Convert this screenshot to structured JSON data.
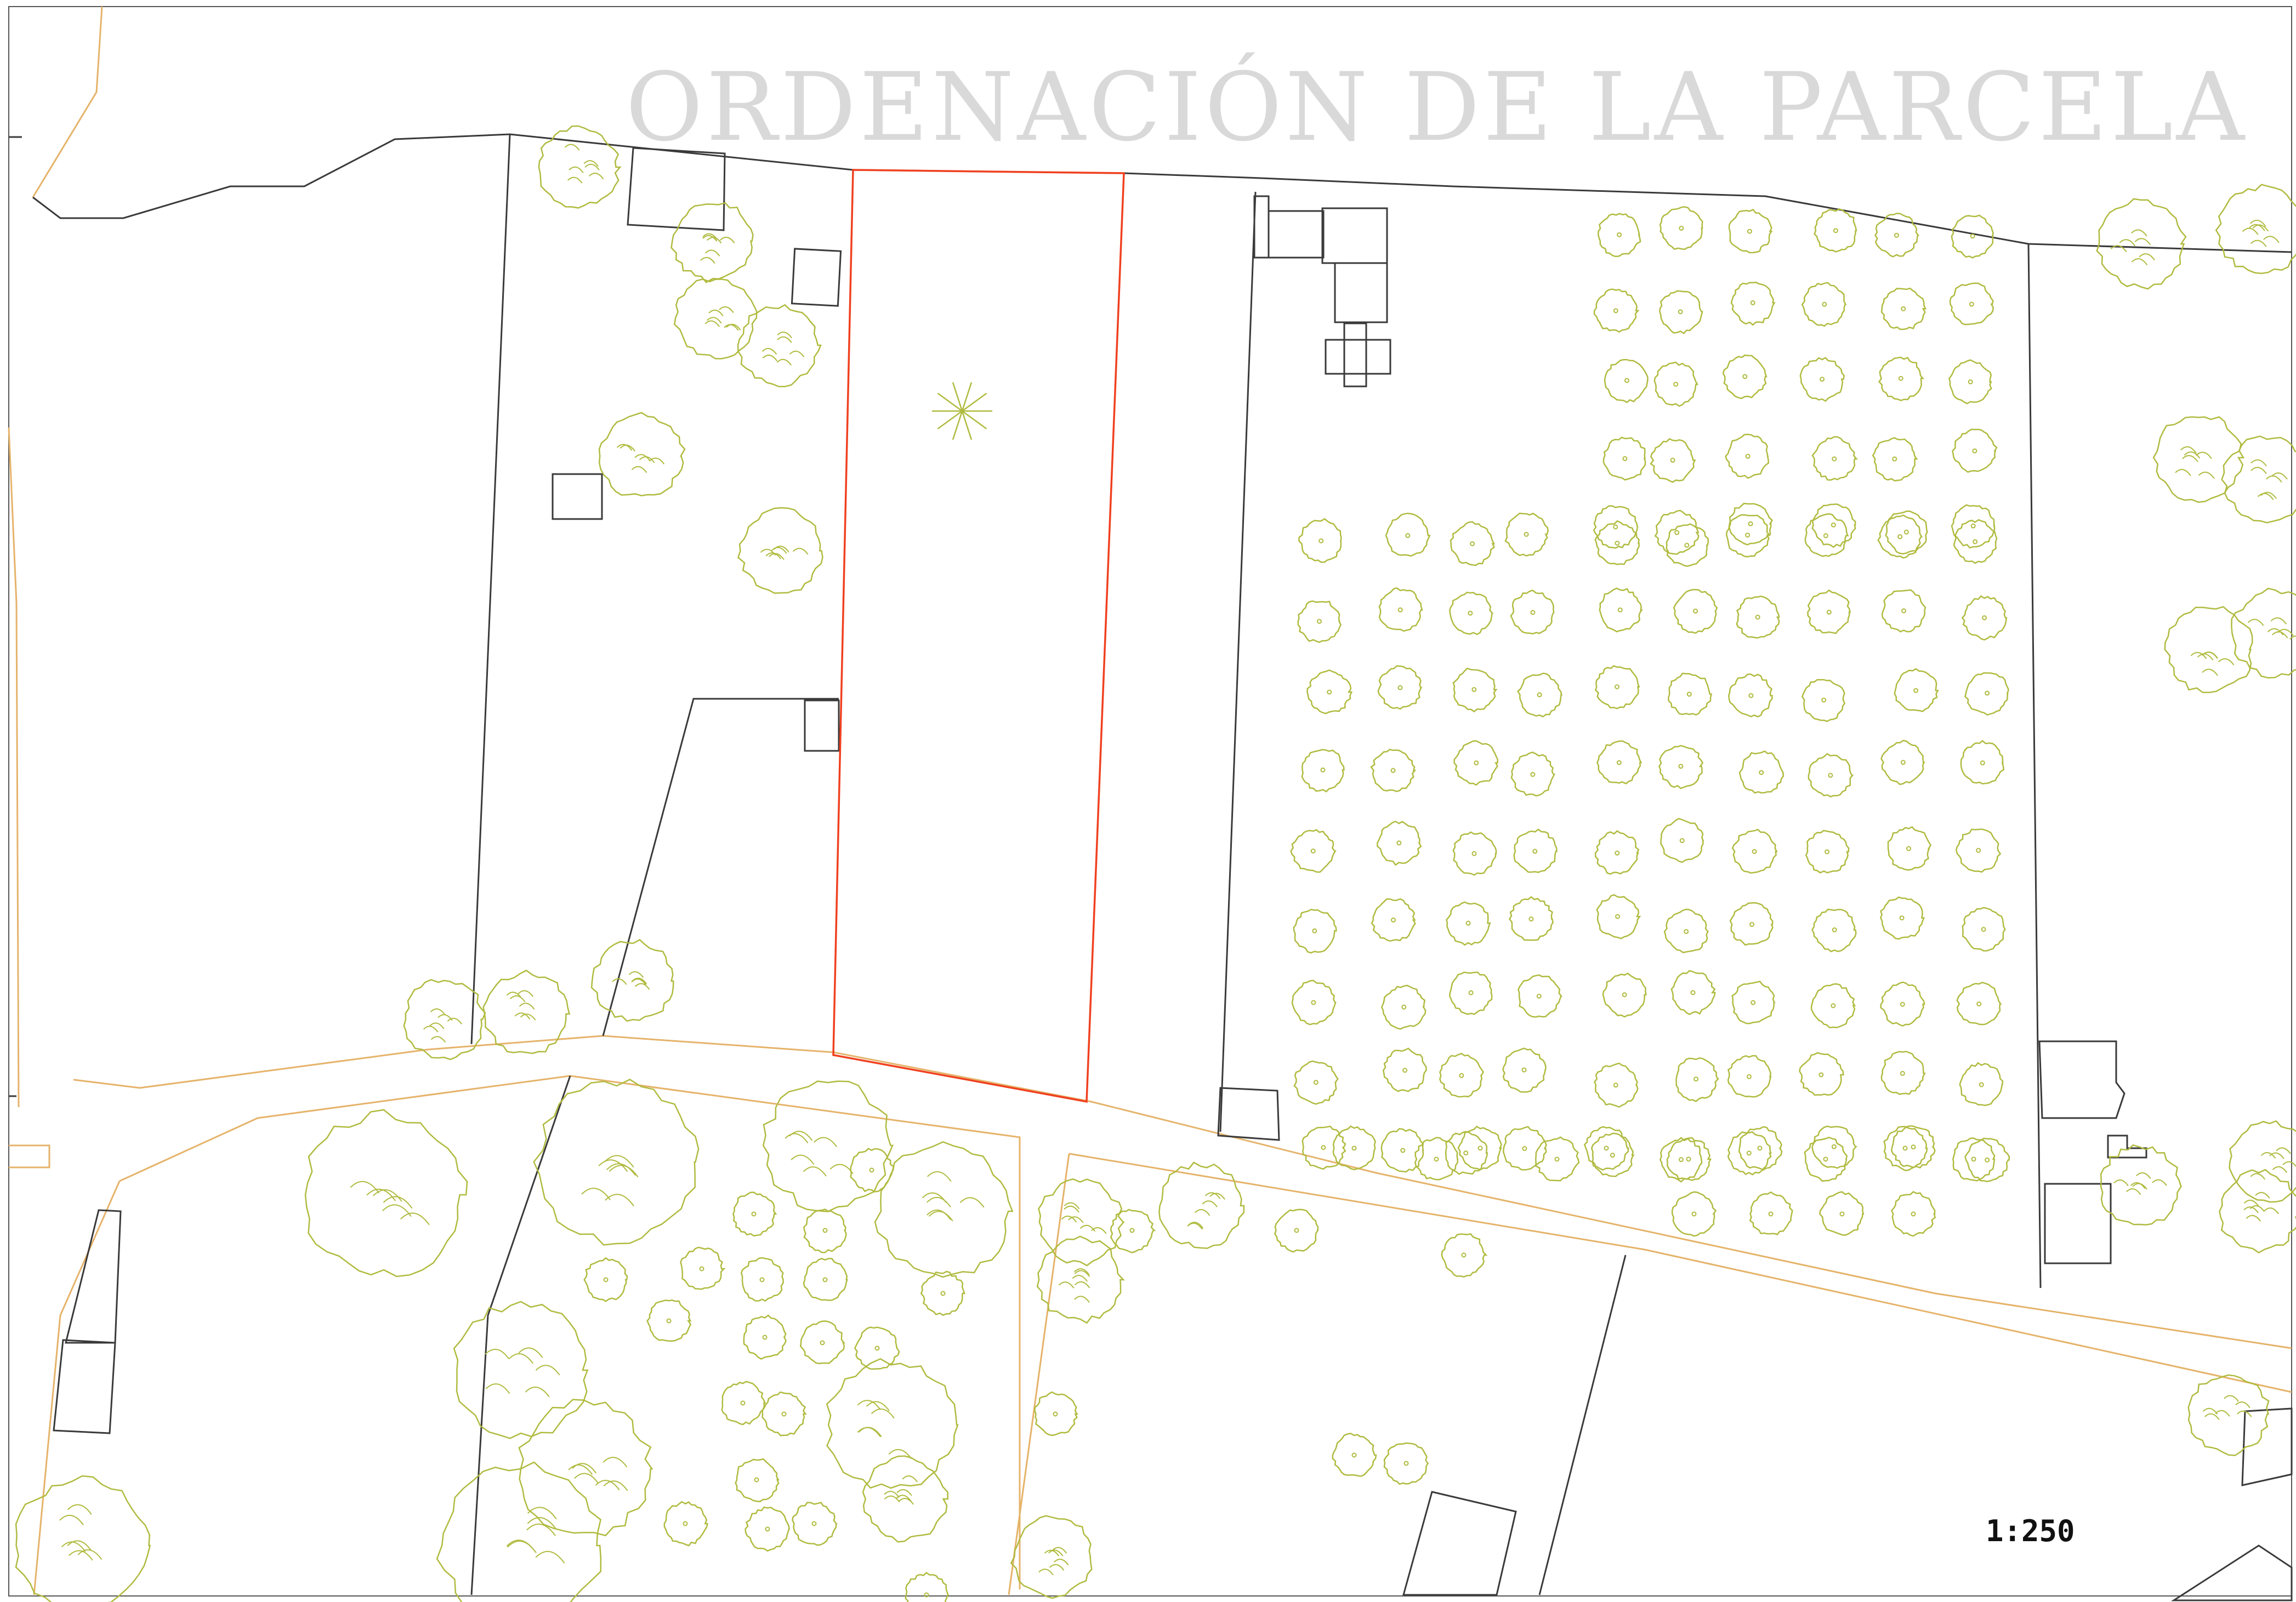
{
  "title": "ORDENACIÓN DE LA PARCELA",
  "scale": "1:250",
  "colors": {
    "title": "#d9d9d9",
    "parcel_outline": "#f0401f",
    "boundary": "#3a3a3a",
    "road_edge": "#e5b36a",
    "tree": "#b0bb3f",
    "background": "#ffffff"
  },
  "layers": [
    {
      "name": "cadastral boundaries",
      "color": "#3a3a3a"
    },
    {
      "name": "road edges",
      "color": "#e5b36a"
    },
    {
      "name": "trees",
      "color": "#b0bb3f"
    },
    {
      "name": "subject parcel",
      "color": "#f0401f"
    }
  ]
}
